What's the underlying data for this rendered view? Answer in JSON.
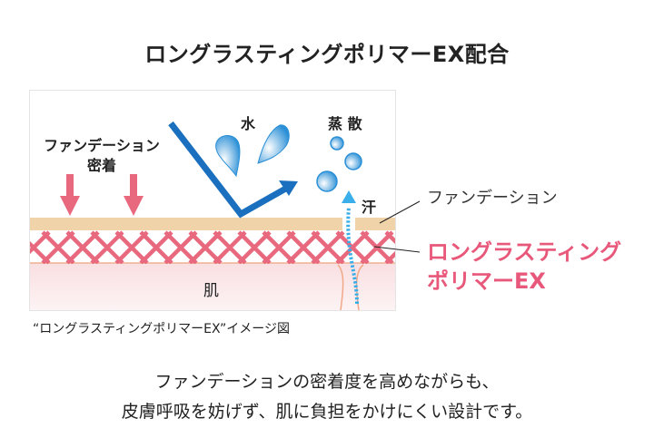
{
  "title": "ロングラスティングポリマーEX配合",
  "diagram": {
    "foundation_adhesion": [
      "ファンデーション",
      "密着"
    ],
    "water": "水",
    "evaporation": "蒸 散",
    "sweat": "汗",
    "skin": "肌",
    "foundation_label": "ファンデーション",
    "polymer_label": [
      "ロングラスティング",
      "ポリマーEX"
    ]
  },
  "caption": "“ロングラスティングポリマーEX”イメージ図",
  "description": [
    "ファンデーションの密着度を高めながらも、",
    "皮膚呼吸を妨げず、肌に負担をかけにくい設計です。"
  ],
  "colors": {
    "pink": "#e8687e",
    "blue": "#1a6fbf",
    "beige": "#f0d3a8",
    "skin": "#fbe9ea",
    "polymer_text": "#e8587a"
  }
}
